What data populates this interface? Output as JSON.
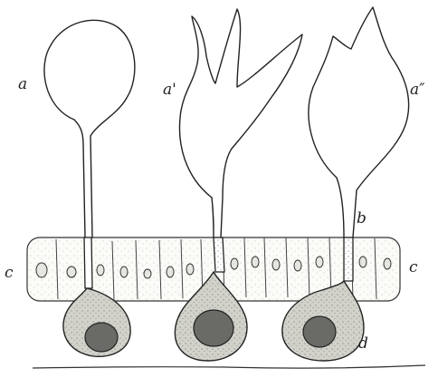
{
  "figure": {
    "labels": {
      "a": "a",
      "a_prime": "a'",
      "a_double_prime": "a″",
      "b": "b",
      "c_left": "c",
      "c_right": "c",
      "d": "d"
    },
    "colors": {
      "ink": "#222222",
      "paper": "#ffffff",
      "soma_fill": "#d2d2cb",
      "nucleus_fill": "#6a6a66"
    }
  }
}
